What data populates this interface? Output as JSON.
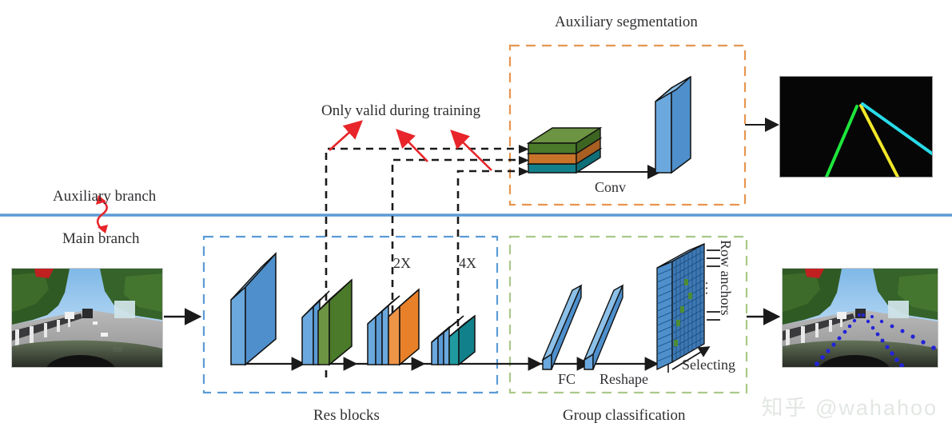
{
  "figure": {
    "title_aux": "Auxiliary segmentation",
    "note_training": "Only valid during training",
    "branch_aux": "Auxiliary branch",
    "branch_main": "Main branch",
    "conv_label": "Conv",
    "res_blocks_label": "Res blocks",
    "group_classification_label": "Group classification",
    "fc_label": "FC",
    "reshape_label": "Reshape",
    "selecting_label": "Selecting",
    "row_anchors_label": "Row anchors",
    "scale_2x": "2X",
    "scale_4x": "4X",
    "ellipsis": "...",
    "watermark": "知乎 @wahahoo"
  },
  "colors": {
    "aux_box_border": "#e8954f",
    "main_box_border": "#5b9bd5",
    "group_box_border": "#a9c98a",
    "divider": "#5b9bd5",
    "arrow_red": "#e8252a",
    "dash_black": "#1a1a1a",
    "block_blue": "#5b9bd5",
    "block_green": "#4a7a2a",
    "block_orange": "#e8802a",
    "block_teal": "#12808a",
    "text": "#2f2f33"
  },
  "blocks": {
    "res": [
      {
        "name": "stem-blue",
        "color": "#5b9bd5"
      },
      {
        "name": "blue-green",
        "colors": [
          "#5b9bd5",
          "#4a7a2a"
        ]
      },
      {
        "name": "blue-orange",
        "colors": [
          "#5b9bd5",
          "#e8802a"
        ]
      },
      {
        "name": "blue-teal",
        "colors": [
          "#5b9bd5",
          "#12808a"
        ]
      }
    ],
    "aux": {
      "name": "stacked-green-orange-teal",
      "colors": [
        "#4a7a2a",
        "#c8732a",
        "#12808a"
      ]
    },
    "conv_out": {
      "name": "conv-output-blue",
      "color": "#5b9bd5"
    },
    "fc": {
      "name": "fc-bar",
      "color": "#5b9bd5"
    },
    "reshape": {
      "name": "reshape-bar",
      "color": "#5b9bd5"
    },
    "grid": {
      "name": "row-anchor-grid",
      "color": "#3f79b4",
      "cols": 13,
      "rows": 14
    }
  },
  "images": {
    "input": {
      "name": "input-road-scene"
    },
    "output": {
      "name": "output-lane-detection"
    },
    "segmentation": {
      "name": "segmentation-mask",
      "lanes": [
        {
          "color": "#1ee63c"
        },
        {
          "color": "#f2e82a"
        },
        {
          "color": "#28dbe8"
        }
      ]
    }
  }
}
